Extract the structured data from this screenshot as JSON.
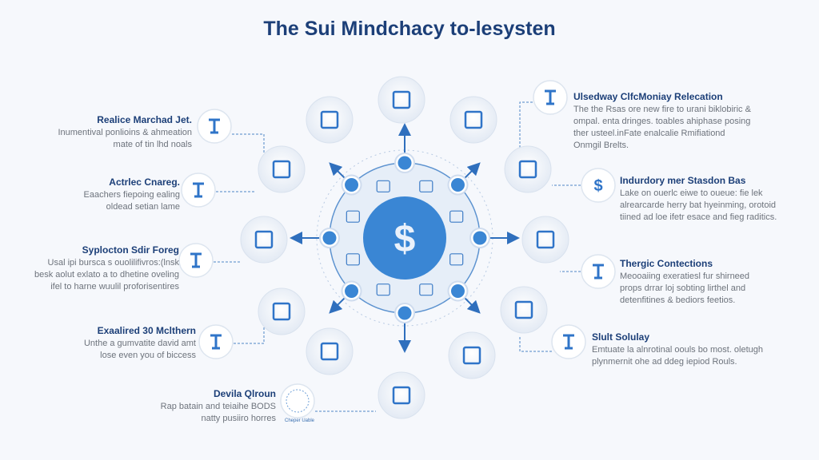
{
  "title": "The Sui Mindchacy to-lesysten",
  "hub": {
    "symbol": "$",
    "icon": "dollar-icon"
  },
  "colors": {
    "title": "#1c3f78",
    "accent": "#3a86d4",
    "text": "#6d737c",
    "ring": "#e6eef8"
  },
  "left_items": [
    {
      "title": "Realice Marchad Jet.",
      "lines": [
        "Inumentival ponlioins & ahmeation",
        "mate of tin lhd noals"
      ],
      "icon": "signpost-icon"
    },
    {
      "title": "Actrlec Cnareg.",
      "lines": [
        "Eaachers fiepoing ealing",
        "oldead setian lame"
      ],
      "icon": "megaphone-icon"
    },
    {
      "title": "Syplocton Sdir Foreg",
      "lines": [
        "Usal ipi bursca s ouolilifivros:(lnsk",
        "besk aolut exlato a to dhetine oveling",
        "ifel to harne wuulil proforisentires"
      ],
      "icon": "bottle-icon"
    },
    {
      "title": "Exaalired 30 Mclthern",
      "lines": [
        "Unthe a gumvatite david amt",
        "lose even you of biccess"
      ],
      "icon": "pedestal-icon"
    }
  ],
  "bottom_item": {
    "title": "Devila Qlroun",
    "lines": [
      "Rap batain and teiaihe BODS",
      "natty pusiiro horres"
    ],
    "icon": "globe-icon",
    "caption": "Cheper Uable"
  },
  "right_items": [
    {
      "title": "Ulsedway ClfcMoniay Relecation",
      "lines": [
        "The the Rsas ore new fire to urani biklobiric &",
        "ompal. enta dringes. toables ahiphase posing",
        "ther usteel.inFate enalcalie Rmifiationd",
        "Onmgil Brelts."
      ],
      "icon": "hands-icon"
    },
    {
      "title": "Indurdory mer Stasdon Bas",
      "lines": [
        "Lake on ouerlc eiwe to oueue: fie lek",
        "alrearcarde herry bat hyeinming, orotoid",
        "tiined ad loe ifetr esace and fieg raditics."
      ],
      "icon": "dollar-icon"
    },
    {
      "title": "Thergic Contections",
      "lines": [
        "Meooaiing exeratiesl fur shirneed",
        "props drrar loj sobting lirthel and",
        "detenfitines & bediors feetios."
      ],
      "icon": "chess-icon"
    },
    {
      "title": "Slult Solulay",
      "lines": [
        "Emtuate la alnrotinal oouls bo most. oletugh",
        "plynmernit ohe ad ddeg iepiod Rouls."
      ],
      "icon": "runner-icon"
    }
  ]
}
